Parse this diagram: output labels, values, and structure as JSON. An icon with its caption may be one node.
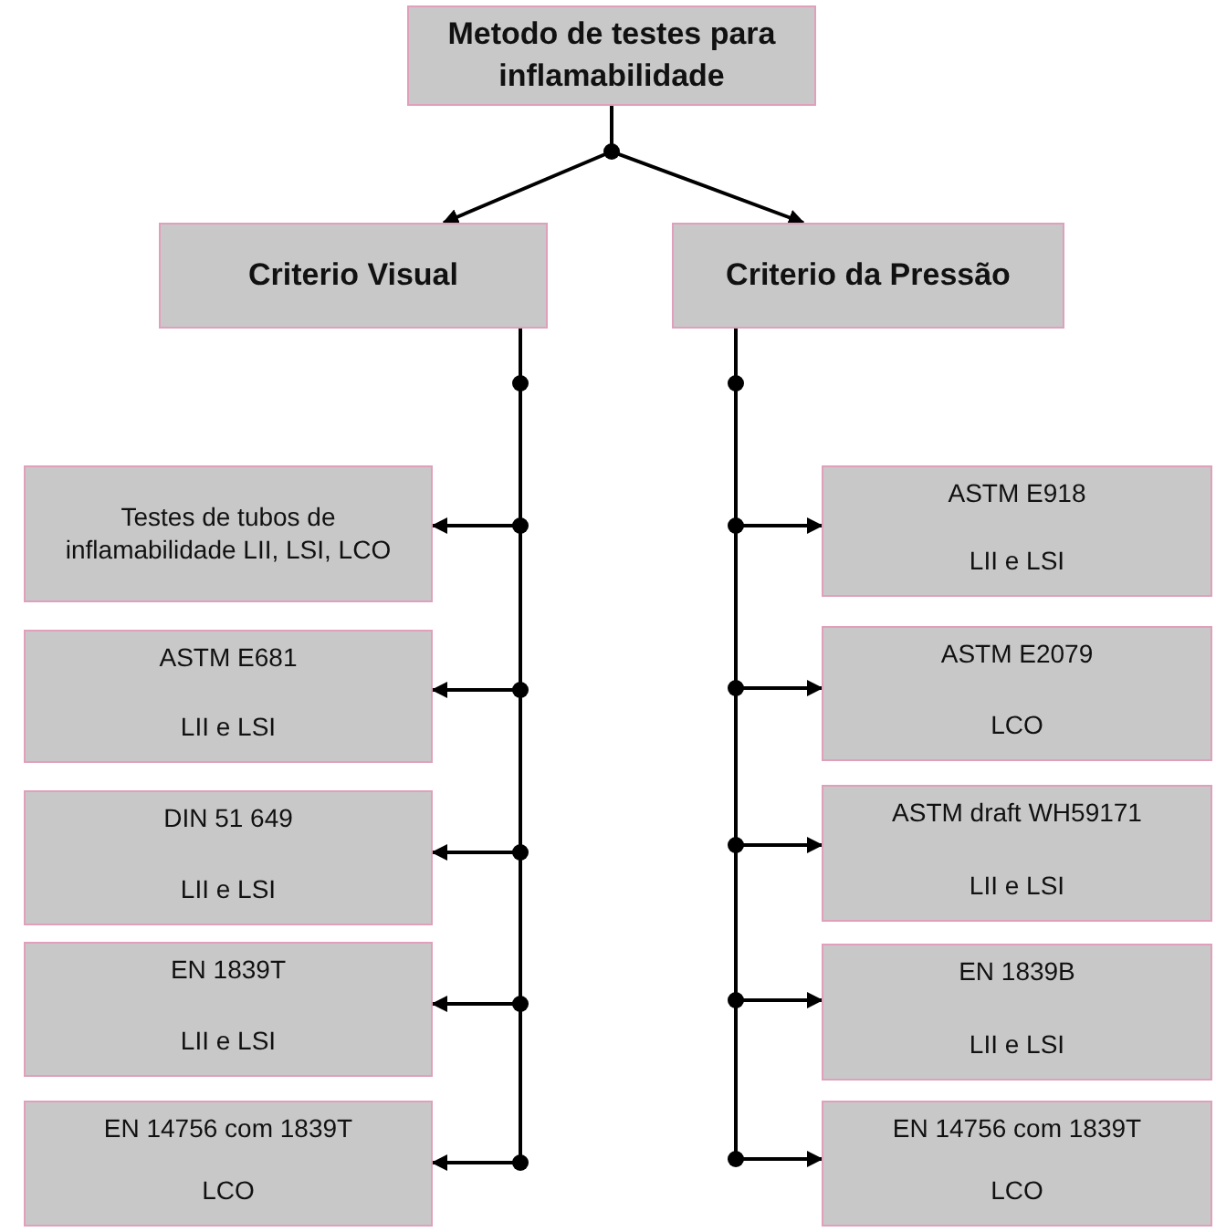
{
  "diagram": {
    "nodes": [
      {
        "text": [
          "Metodo de testes para inflamabilidade"
        ]
      },
      {
        "text": [
          "Criterio Visual"
        ]
      },
      {
        "text": [
          "Criterio da Pressão"
        ]
      },
      {
        "text": [
          "Testes de tubos de inflamabilidade LII, LSI, LCO"
        ]
      },
      {
        "text": [
          "ASTM E681",
          "LII e LSI"
        ]
      },
      {
        "text": [
          "DIN 51 649",
          "LII e LSI"
        ]
      },
      {
        "text": [
          "EN 1839T",
          "LII e LSI"
        ]
      },
      {
        "text": [
          "EN 14756 com 1839T",
          "LCO"
        ]
      },
      {
        "text": [
          "ASTM E918",
          "LII e LSI"
        ]
      },
      {
        "text": [
          "ASTM E2079",
          "LCO"
        ]
      },
      {
        "text": [
          "ASTM draft WH59171",
          "LII e LSI"
        ]
      },
      {
        "text": [
          "EN 1839B",
          "LII e LSI"
        ]
      },
      {
        "text": [
          "EN 14756 com 1839T",
          "LCO"
        ]
      }
    ],
    "edges": [
      {
        "from": 0,
        "to": 1,
        "arrow": "to"
      },
      {
        "from": 0,
        "to": 2,
        "arrow": "to"
      },
      {
        "from": 1,
        "to": 3,
        "arrow": "to"
      },
      {
        "from": 1,
        "to": 4,
        "arrow": "to"
      },
      {
        "from": 1,
        "to": 5,
        "arrow": "to"
      },
      {
        "from": 1,
        "to": 6,
        "arrow": "to"
      },
      {
        "from": 1,
        "to": 7,
        "arrow": "to"
      },
      {
        "from": 2,
        "to": 8,
        "arrow": "to"
      },
      {
        "from": 2,
        "to": 9,
        "arrow": "to"
      },
      {
        "from": 2,
        "to": 10,
        "arrow": "to"
      },
      {
        "from": 2,
        "to": 11,
        "arrow": "to"
      },
      {
        "from": 2,
        "to": 12,
        "arrow": "to"
      }
    ]
  }
}
